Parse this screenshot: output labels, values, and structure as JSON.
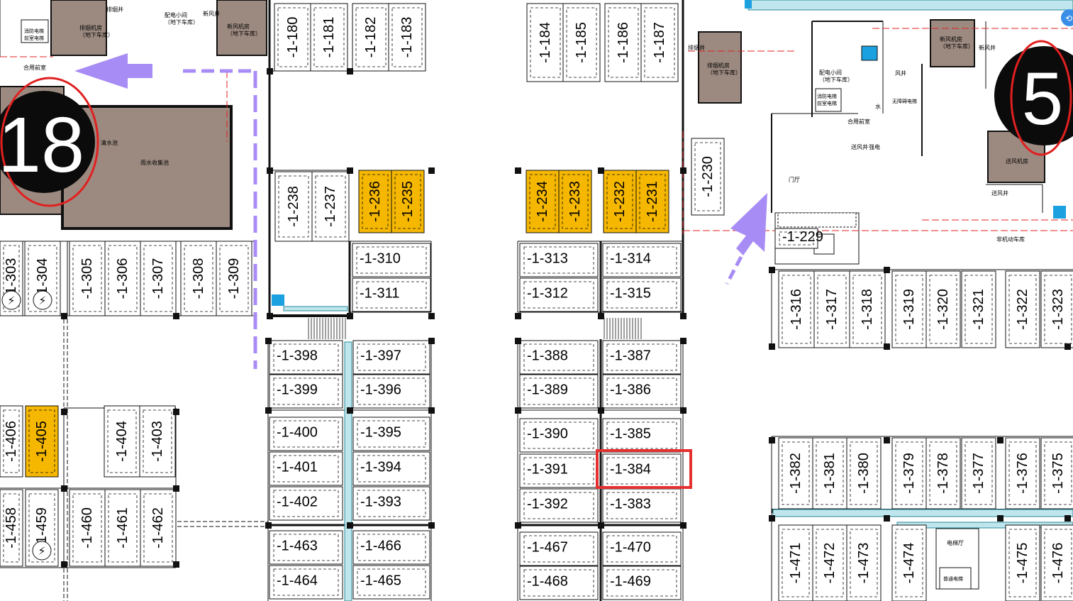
{
  "plan": {
    "building_markers": [
      {
        "label": "18"
      },
      {
        "label": "5"
      }
    ],
    "room_labels": {
      "fire_elevator": "消防电梯\n前室电梯",
      "smoke_room": "排烟机房\n（地下车库）",
      "power_room_left": "配电小间\n（地下车库）",
      "fresh_air_left": "新风机房\n（地下车库）",
      "shaft_left": "新风井",
      "exhaust_left": "排烟井",
      "rain_pool": "雨水收集池",
      "clear_pool": "清水池",
      "hall_left": "合用前室",
      "power_room_right": "配电小间\n（地下车库）",
      "smoke_room_right": "排烟机房\n（地下车库）",
      "fresh_air_right": "新风机房\n（地下车库）",
      "fire_elevator_right": "消防电梯\n前室电梯",
      "barrier_free": "无障碍电梯",
      "water": "水",
      "fan": "风井",
      "hall_right": "合用前室",
      "supply_air": "送风井",
      "strong_power": "强电",
      "door_hall": "门厅",
      "supply_room": "送风机房",
      "supply_shaft": "送风井",
      "nonmotor": "非机动车库",
      "stair_hall": "电梯厅",
      "normal_elevator": "普通电梯",
      "smoke_shaft_right": "排烟井",
      "new_air_shaft_right": "新风井"
    },
    "spaces": [
      "-1-180",
      "-1-181",
      "-1-182",
      "-1-183",
      "-1-184",
      "-1-185",
      "-1-186",
      "-1-187",
      "-1-238",
      "-1-237",
      "-1-236",
      "-1-235",
      "-1-234",
      "-1-233",
      "-1-232",
      "-1-231",
      "-1-230",
      "-1-229",
      "-1-303",
      "-1-304",
      "-1-305",
      "-1-306",
      "-1-307",
      "-1-308",
      "-1-309",
      "-1-310",
      "-1-311",
      "-1-313",
      "-1-312",
      "-1-314",
      "-1-315",
      "-1-316",
      "-1-317",
      "-1-318",
      "-1-319",
      "-1-320",
      "-1-321",
      "-1-322",
      "-1-323",
      "-1-398",
      "-1-397",
      "-1-399",
      "-1-396",
      "-1-400",
      "-1-395",
      "-1-401",
      "-1-394",
      "-1-402",
      "-1-393",
      "-1-463",
      "-1-466",
      "-1-464",
      "-1-465",
      "-1-388",
      "-1-387",
      "-1-389",
      "-1-386",
      "-1-390",
      "-1-385",
      "-1-391",
      "-1-384",
      "-1-392",
      "-1-383",
      "-1-467",
      "-1-470",
      "-1-468",
      "-1-469",
      "-1-406",
      "-1-405",
      "-1-404",
      "-1-403",
      "-1-458",
      "-1-459",
      "-1-460",
      "-1-461",
      "-1-462",
      "-1-382",
      "-1-381",
      "-1-380",
      "-1-379",
      "-1-378",
      "-1-377",
      "-1-376",
      "-1-375",
      "-1-471",
      "-1-472",
      "-1-473",
      "-1-474",
      "-1-475",
      "-1-476"
    ],
    "highlighted_space": "-1-384",
    "colors": {
      "reserved_fill": "#f5b700",
      "room_fill": "#9c8a80",
      "marker_ring": "#e02020",
      "highlight_box": "#e53030",
      "arrow": "#a88cf5",
      "wall": "#111111",
      "cyan": "#1ba0e0"
    }
  }
}
